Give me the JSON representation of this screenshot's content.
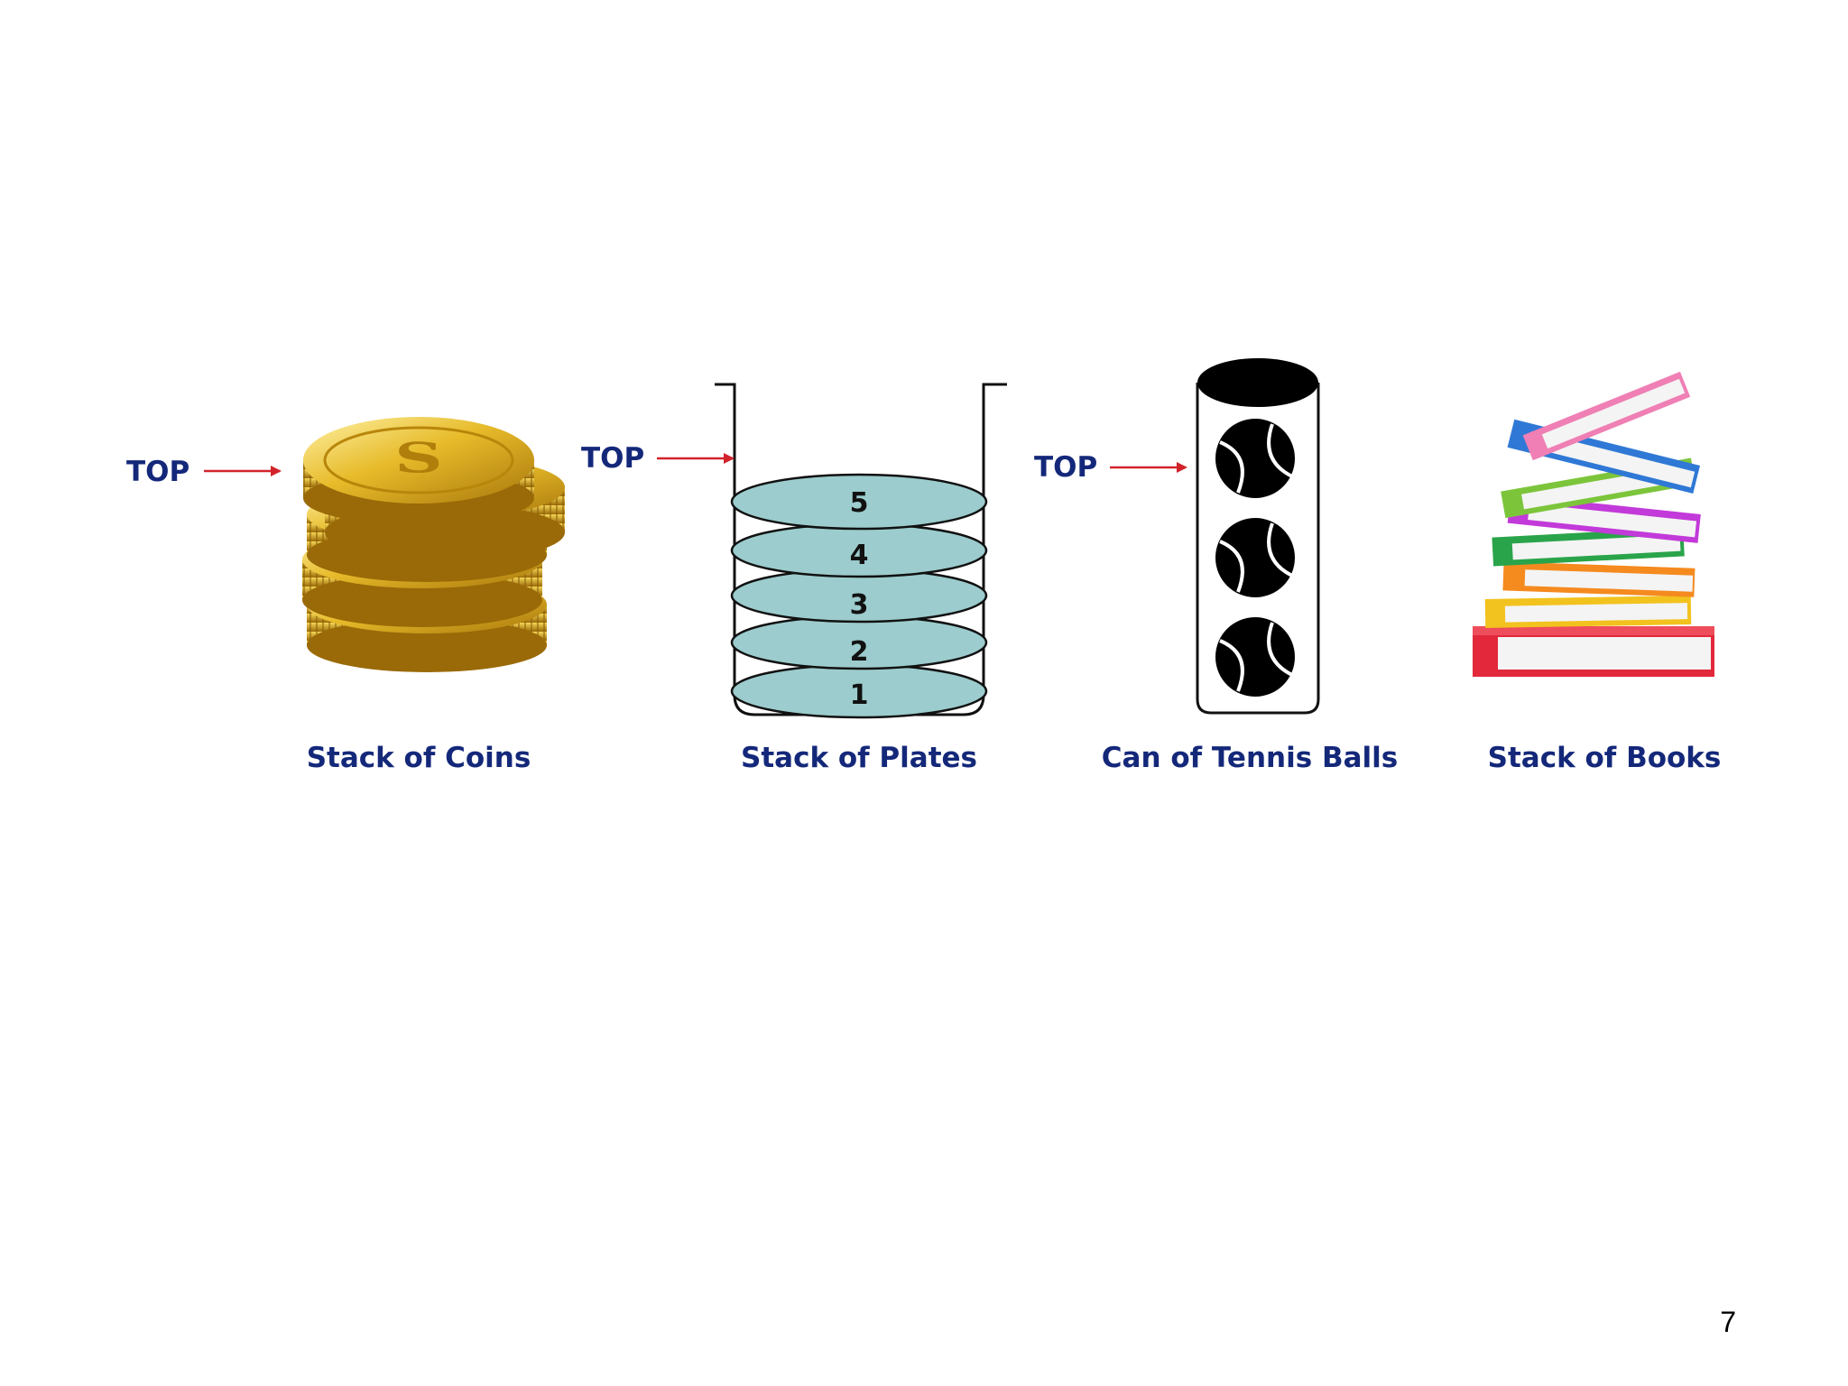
{
  "top_label": "TOP",
  "captions": {
    "coins": "Stack of Coins",
    "plates": "Stack of Plates",
    "tennis": "Can of Tennis Balls",
    "books": "Stack of Books"
  },
  "plate_numbers": [
    "5",
    "4",
    "3",
    "2",
    "1"
  ],
  "page_number": "7",
  "colors": {
    "label_blue": "#14287a",
    "arrow_red": "#d2232a",
    "plate_fill": "#9ccccd",
    "coin_gold": "#e5b822"
  },
  "book_colors": [
    "#e2283a",
    "#f2c21e",
    "#f58a1f",
    "#2aa44a",
    "#c23ad9",
    "#7cc53b",
    "#2f78d6",
    "#ef7fb4"
  ]
}
